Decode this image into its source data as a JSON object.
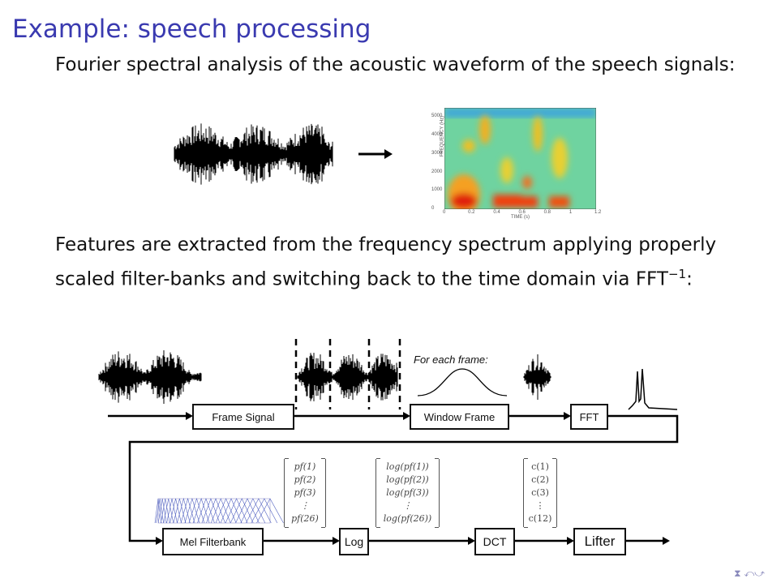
{
  "title": "Example: speech processing",
  "paragraph1": "Fourier spectral analysis of the acoustic waveform of the speech signals:",
  "paragraph2_main": "Features are extracted from the frequency spectrum applying properly scaled filter-banks and switching back to the time domain via FFT",
  "paragraph2_sup": "−1",
  "paragraph2_end": ":",
  "spectrogram": {
    "ylabel": "FREQUENCY (Hz)",
    "xlabel": "TIME (s)",
    "yticks": [
      "0",
      "1000",
      "2000",
      "3000",
      "4000",
      "5000"
    ],
    "xticks": [
      "0",
      "0.2",
      "0.4",
      "0.6",
      "0.8",
      "1",
      "1.2"
    ]
  },
  "diagram": {
    "for_each_frame": "For each frame:",
    "boxes": {
      "frame_signal": "Frame Signal",
      "window_frame": "Window Frame",
      "fft": "FFT",
      "mel": "Mel Filterbank",
      "log": "Log",
      "dct": "DCT",
      "lifter": "Lifter"
    },
    "pf_vector": [
      "pf(1)",
      "pf(2)",
      "pf(3)",
      "⋮",
      "pf(26)"
    ],
    "log_vector": [
      "log(pf(1))",
      "log(pf(2))",
      "log(pf(3))",
      "⋮",
      "log(pf(26))"
    ],
    "c_vector": [
      "c(1)",
      "c(2)",
      "c(3)",
      "⋮",
      "c(12)"
    ]
  },
  "nav_symbols": "⧗  ⤺⤻"
}
